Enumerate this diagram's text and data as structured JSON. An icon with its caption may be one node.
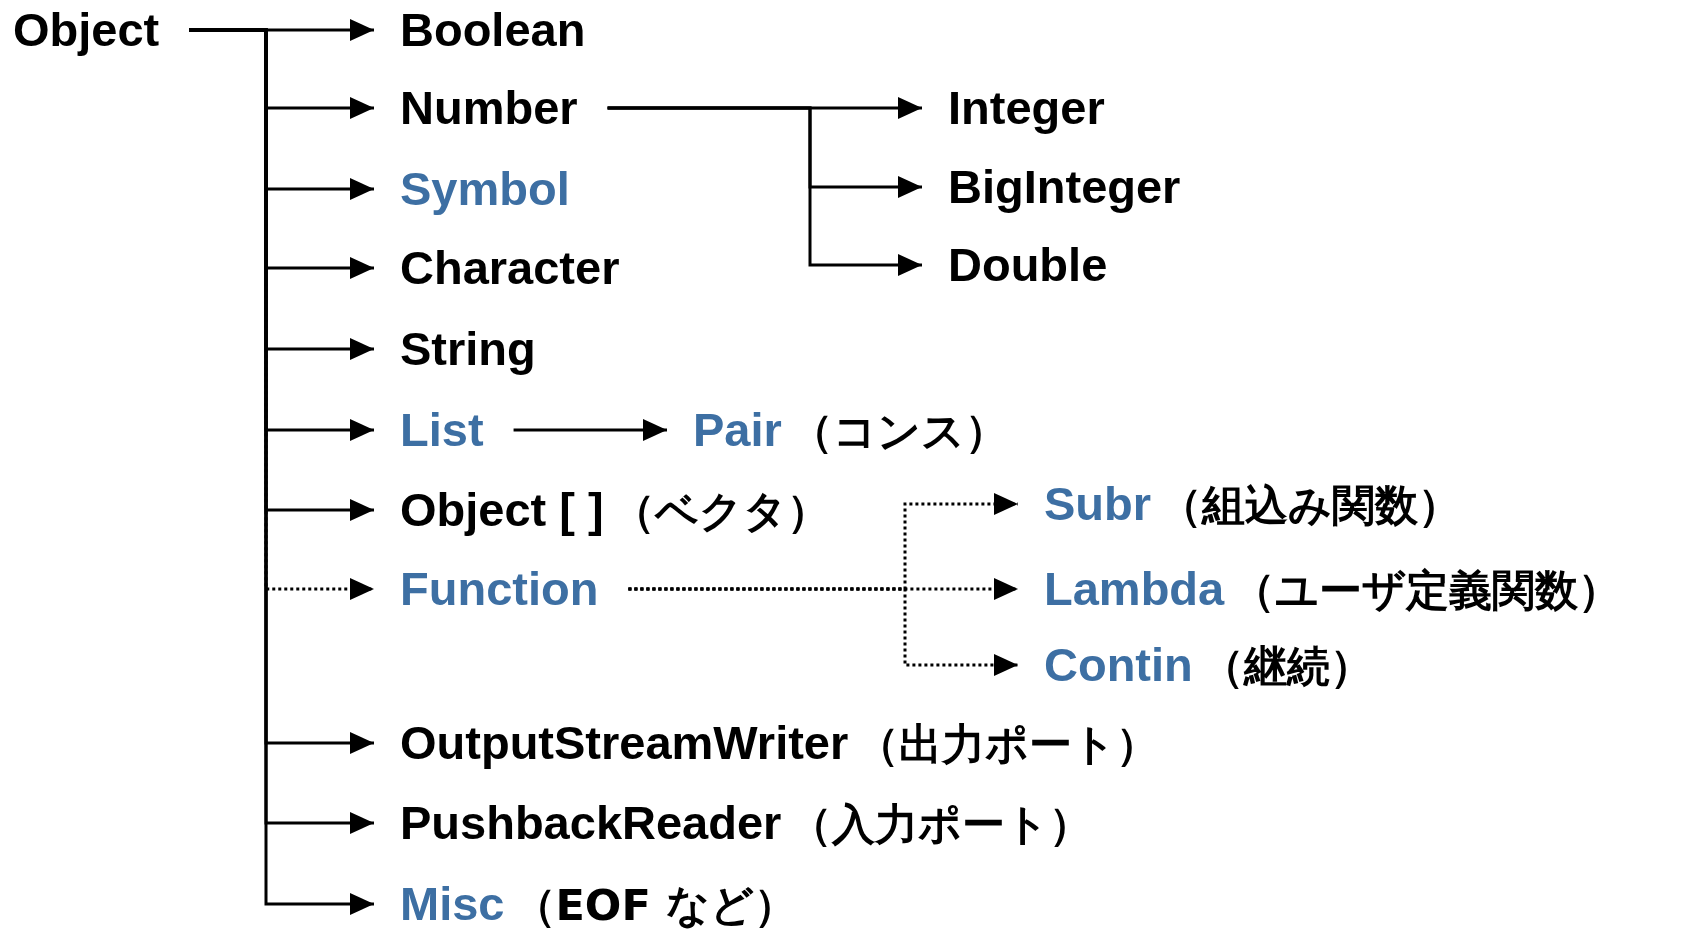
{
  "diagram": {
    "nodes": [
      {
        "text": [
          "Object"
        ]
      },
      {
        "text": [
          "Boolean"
        ]
      },
      {
        "text": [
          "Number"
        ]
      },
      {
        "text": [
          "Symbol"
        ]
      },
      {
        "text": [
          "Character"
        ]
      },
      {
        "text": [
          "String"
        ]
      },
      {
        "text": [
          "List"
        ]
      },
      {
        "text": [
          "Object [ ]",
          "（ベクタ）"
        ]
      },
      {
        "text": [
          "Function"
        ]
      },
      {
        "text": [
          "OutputStreamWriter",
          "（出力ポート）"
        ]
      },
      {
        "text": [
          "PushbackReader",
          "（入力ポート）"
        ]
      },
      {
        "text": [
          "Misc",
          "（EOF など）"
        ]
      },
      {
        "text": [
          "Integer"
        ]
      },
      {
        "text": [
          "BigInteger"
        ]
      },
      {
        "text": [
          "Double"
        ]
      },
      {
        "text": [
          "Pair",
          "（コンス）"
        ]
      },
      {
        "text": [
          "Subr",
          "（組込み関数）"
        ]
      },
      {
        "text": [
          "Lambda",
          "（ユーザ定義関数）"
        ]
      },
      {
        "text": [
          "Contin",
          "（継続）"
        ]
      }
    ],
    "edges": [
      {
        "from": 0,
        "to": 1,
        "arrow": "to"
      },
      {
        "from": 0,
        "to": 2,
        "arrow": "to"
      },
      {
        "from": 0,
        "to": 3,
        "arrow": "to"
      },
      {
        "from": 0,
        "to": 4,
        "arrow": "to"
      },
      {
        "from": 0,
        "to": 5,
        "arrow": "to"
      },
      {
        "from": 0,
        "to": 6,
        "arrow": "to"
      },
      {
        "from": 0,
        "to": 7,
        "arrow": "to"
      },
      {
        "from": 0,
        "to": 8,
        "arrow": "to",
        "style": "dashed"
      },
      {
        "from": 0,
        "to": 9,
        "arrow": "to"
      },
      {
        "from": 0,
        "to": 10,
        "arrow": "to"
      },
      {
        "from": 0,
        "to": 11,
        "arrow": "to"
      },
      {
        "from": 2,
        "to": 12,
        "arrow": "to"
      },
      {
        "from": 2,
        "to": 13,
        "arrow": "to"
      },
      {
        "from": 2,
        "to": 14,
        "arrow": "to"
      },
      {
        "from": 6,
        "to": 15,
        "arrow": "to"
      },
      {
        "from": 8,
        "to": 16,
        "arrow": "to",
        "style": "dashed"
      },
      {
        "from": 8,
        "to": 17,
        "arrow": "to",
        "style": "dashed"
      },
      {
        "from": 8,
        "to": 18,
        "arrow": "to",
        "style": "dashed"
      }
    ]
  }
}
